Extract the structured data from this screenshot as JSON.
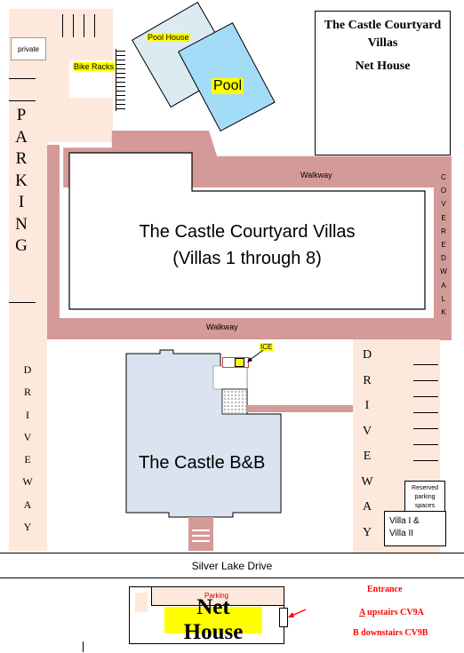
{
  "labels": {
    "private": "private",
    "bike_racks": "Bike Racks",
    "pool_house": "Pool House",
    "pool": "Pool",
    "net_house_title_line1": "The Castle Courtyard",
    "net_house_title_line2": "Villas",
    "net_house_title_line3": "Net House",
    "walkway_top": "Walkway",
    "walkway_bottom": "Walkway",
    "courtyard_line1": "The Castle Courtyard Villas",
    "courtyard_line2": "(Villas 1 through 8)",
    "ice": "ICE",
    "castle_bb": "The Castle B&B",
    "reserved_parking_line1": "Reserved",
    "reserved_parking_line2": "parking",
    "reserved_parking_line3": "spaces",
    "villa_line1": "Villa I &",
    "villa_line2": "Villa II",
    "silver_lake_drive": "Silver Lake Drive",
    "parking_small": "Parking",
    "net_house_bottom": "Net House",
    "entrance": "Entrance",
    "upstairs_letter": "A",
    "upstairs_text": " upstairs CV9A",
    "downstairs": "B downstairs CV9B"
  },
  "vertical_words": {
    "parking_left": [
      "P",
      "A",
      "R",
      "K",
      "I",
      "N",
      "G"
    ],
    "driveway_left": [
      "D",
      "R",
      "I",
      "V",
      "E",
      "W",
      "A",
      "Y"
    ],
    "driveway_right": [
      "D",
      "R",
      "I",
      "V",
      "E",
      "W",
      "A",
      "Y"
    ],
    "covered_walk": [
      "C",
      "O",
      "V",
      "E",
      "R",
      "E",
      "D",
      "W",
      "A",
      "L",
      "K"
    ]
  },
  "colors": {
    "parking": "#fde9dc",
    "walkway": "#d49a98",
    "pool": "#a3dcf7",
    "pool_house": "#dcebf2",
    "castle_bb": "#dae3ef",
    "highlight": "#ffff00",
    "entrance_red": "#ff0000"
  }
}
